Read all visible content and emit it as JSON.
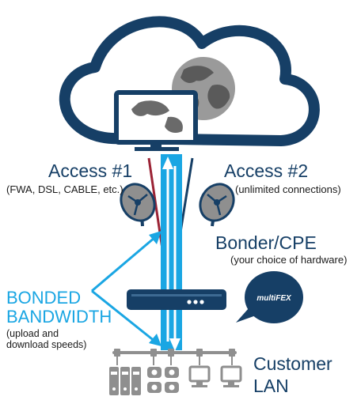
{
  "colors": {
    "navy": "#163f66",
    "cyan": "#1aa6e3",
    "red": "#9b2335",
    "grey": "#8f8f8f"
  },
  "diagram": {
    "access1": {
      "title": "Access #1",
      "subtitle": "(FWA, DSL, CABLE, etc.)"
    },
    "access2": {
      "title": "Access #2",
      "subtitle": "(unlimited connections)"
    },
    "bonder": {
      "title": "Bonder/CPE",
      "subtitle": "(your choice of hardware)"
    },
    "bonded": {
      "line1": "BONDED",
      "line2": "BANDWIDTH",
      "note1": "(upload and",
      "note2": "download speeds)"
    },
    "customer": {
      "line1": "Customer",
      "line2": "LAN"
    },
    "logo_text": "multiFEX"
  }
}
